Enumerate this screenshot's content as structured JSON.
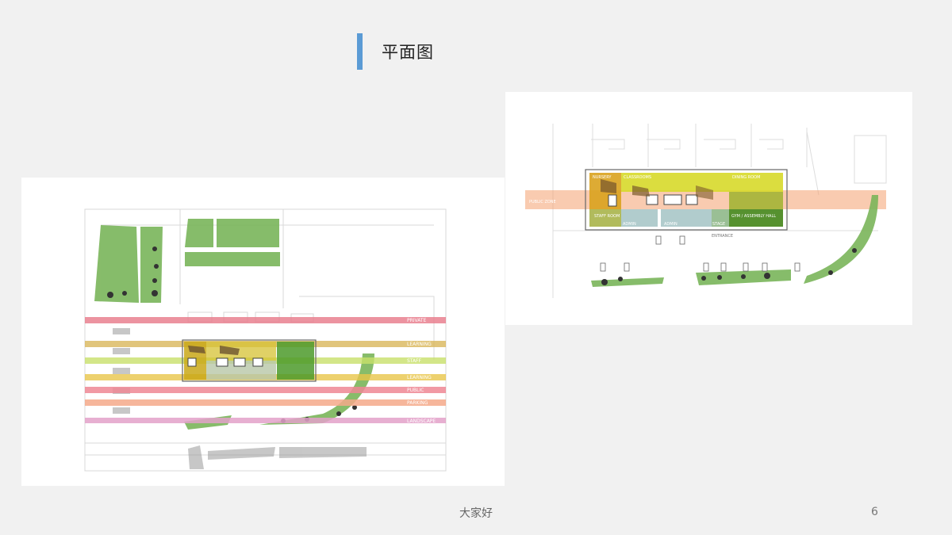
{
  "slide": {
    "title": "平面图",
    "footer": "大家好",
    "page_number": "6"
  },
  "left_plan": {
    "band_labels": [
      "PRIVATE",
      "LEARNING",
      "STAFF",
      "LEARNING",
      "PUBLIC",
      "PARKING",
      "LANDSCAPE"
    ]
  },
  "right_plan": {
    "room_labels": {
      "nursery": "NURSERY",
      "classrooms": "CLASSROOMS",
      "dining": "DINING ROOM",
      "staff_room": "STAFF ROOM",
      "admin_1": "ADMIN",
      "admin_2": "ADMIN",
      "stage": "STAGE",
      "gym": "GYM / ASSEMBLY HALL",
      "entrance": "ENTRANCE",
      "band": "PUBLIC ZONE"
    }
  },
  "colors": {
    "accent": "#5b9bd5",
    "private": "#e9808f",
    "learning": "#d9b75a",
    "staff": "#c8e06a",
    "public": "#ee8794",
    "parking": "#f4a98a",
    "landscape": "#e3a1c9",
    "green": "#7ab55a"
  }
}
